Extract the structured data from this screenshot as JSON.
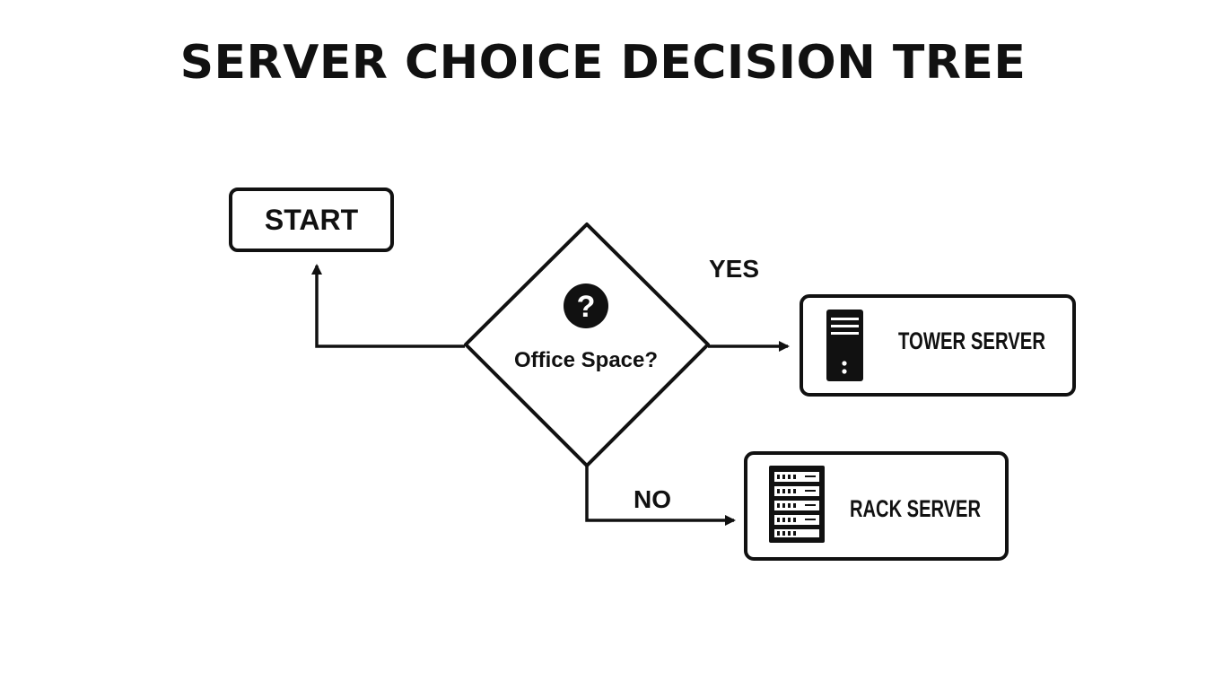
{
  "title": "SERVER CHOICE DECISION TREE",
  "nodes": {
    "start": {
      "label": "START"
    },
    "decision": {
      "label": "Office Space?",
      "icon": "question-mark-icon",
      "icon_glyph": "?"
    },
    "tower": {
      "label": "TOWER SERVER",
      "icon": "tower-server-icon"
    },
    "rack": {
      "label": "RACK SERVER",
      "icon": "rack-server-icon"
    }
  },
  "edges": {
    "yes_label": "YES",
    "no_label": "NO"
  },
  "colors": {
    "stroke": "#111111",
    "background": "#ffffff"
  }
}
